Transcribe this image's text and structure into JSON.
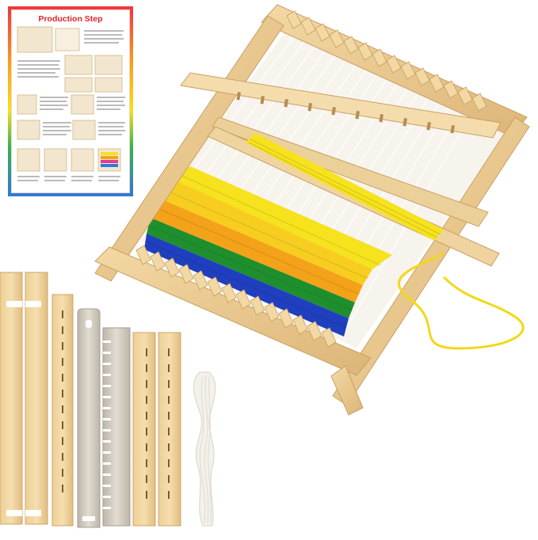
{
  "instruction_card": {
    "title": "Production Step"
  },
  "colors": {
    "card_border": [
      "#f0393d",
      "#f7a21b",
      "#f5e11b",
      "#36b34a",
      "#2c7bd6"
    ],
    "wood": "#e9c987",
    "wood_dark": "#caa062",
    "yarn_yellow": "#f6e21d",
    "yarn_orange": "#f4a21a",
    "yarn_green": "#1f8f2e",
    "yarn_blue": "#1f3fbf",
    "steel": "#cfc7bb",
    "thread": "#f3f1ea"
  },
  "items": [
    "wooden-loom",
    "shed-sticks",
    "shuttles",
    "heddle-bar",
    "comb",
    "cotton-warp-thread"
  ]
}
